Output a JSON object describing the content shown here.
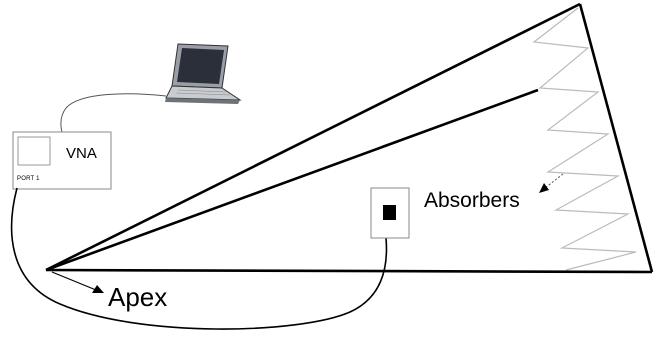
{
  "labels": {
    "vna": "VNA",
    "port": "PORT 1",
    "absorbers": "Absorbers",
    "apex": "Apex"
  },
  "icons": {
    "laptop": "laptop-icon",
    "vna": "vna-instrument-box",
    "probe": "probe-antenna"
  },
  "colors": {
    "line": "#000000",
    "thin": "#555555",
    "absorber": "#bbbbbb",
    "laptop_screen": "#2a2f3a",
    "laptop_body": "#9a9ea6"
  }
}
